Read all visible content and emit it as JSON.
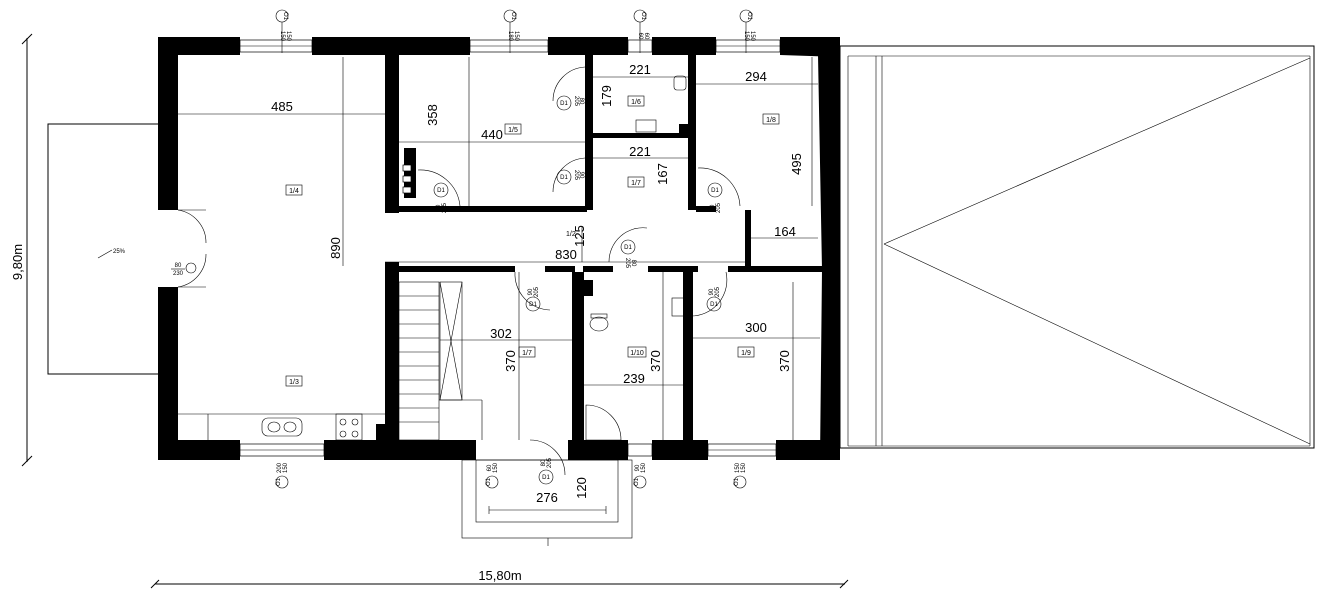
{
  "overall": {
    "width_label": "15,80m",
    "height_label": "9,80m"
  },
  "slope_label": "25%",
  "dimensions": {
    "r14_width": "485",
    "r14_height": "890",
    "r15_height": "358",
    "r15_width": "440",
    "r16_width": "221",
    "r16_height": "179",
    "r17a_width": "221",
    "r17a_height": "167",
    "r18_width": "294",
    "r18_height": "495",
    "r18_small": "164",
    "hall_height": "125",
    "hall_width": "830",
    "r17_width": "302",
    "r17_height": "370",
    "r110_width": "239",
    "r110_height": "370",
    "r19_width": "300",
    "r19_height": "370",
    "porch_width": "276",
    "porch_height": "120"
  },
  "rooms": {
    "r13": "1/3",
    "r14": "1/4",
    "r15": "1/5",
    "r16": "1/6",
    "r17a": "1/7",
    "r12": "1/2",
    "r18": "1/8",
    "r17": "1/7",
    "r110": "1/10",
    "r19": "1/9"
  },
  "doors": [
    {
      "code": "D1",
      "size": "90",
      "height": "205"
    },
    {
      "code": "D1",
      "size": "80",
      "height": "205"
    },
    {
      "code": "D1",
      "size": "90",
      "height": "205"
    },
    {
      "code": "D1",
      "size": "90",
      "height": "205"
    },
    {
      "code": "D1",
      "size": "90",
      "height": "205"
    },
    {
      "code": "D1",
      "size": "90",
      "height": "205"
    },
    {
      "code": "D1",
      "size": "80",
      "height": "205"
    },
    {
      "code": "D1",
      "size": "80",
      "height": "205"
    }
  ],
  "entrance_door": {
    "size": "80",
    "height": "230"
  },
  "windows_top": [
    {
      "code": "O1",
      "size": "150",
      "height": "150"
    },
    {
      "code": "O1",
      "size": "180",
      "height": "150"
    },
    {
      "code": "O1",
      "size": "60",
      "height": "60"
    },
    {
      "code": "O1",
      "size": "150",
      "height": "150"
    }
  ],
  "windows_bottom": [
    {
      "code": "O1",
      "size": "200",
      "height": "150"
    },
    {
      "code": "O1",
      "size": "60",
      "height": "150"
    },
    {
      "code": "O1",
      "size": "90",
      "height": "150"
    },
    {
      "code": "O1",
      "size": "150",
      "height": "150"
    }
  ]
}
